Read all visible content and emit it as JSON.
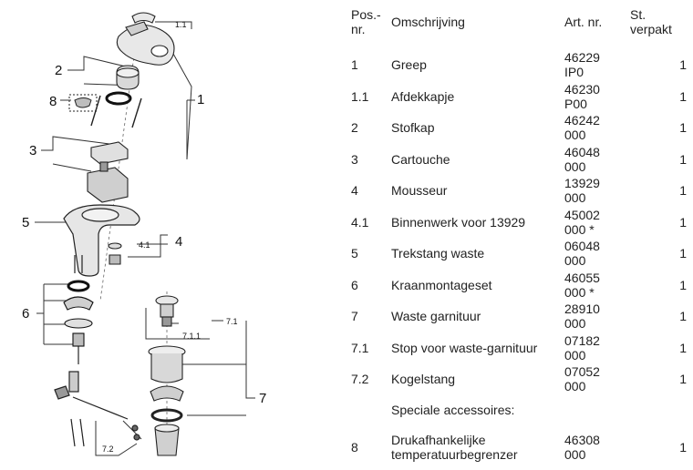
{
  "callouts": {
    "c1": "1",
    "c1_1": "1.1",
    "c2": "2",
    "c3": "3",
    "c4": "4",
    "c4_1": "4.1",
    "c5": "5",
    "c6": "6",
    "c7": "7",
    "c7_1": "7.1",
    "c7_1_1": "7.1.1",
    "c7_2": "7.2",
    "c8": "8"
  },
  "table": {
    "headers": {
      "pos_line1": "Pos.-",
      "pos_line2": "nr.",
      "desc": "Omschrijving",
      "art": "Art. nr.",
      "qty_line1": "St.",
      "qty_line2": "verpakt"
    },
    "rows": [
      {
        "pos": "1",
        "desc": "Greep",
        "art1": "46229",
        "art2": "IP0",
        "qty": "1"
      },
      {
        "pos": "1.1",
        "desc": "Afdekkapje",
        "art1": "46230",
        "art2": "P00",
        "qty": "1"
      },
      {
        "pos": "2",
        "desc": "Stofkap",
        "art1": "46242",
        "art2": "000",
        "qty": "1"
      },
      {
        "pos": "3",
        "desc": "Cartouche",
        "art1": "46048",
        "art2": "000",
        "qty": "1"
      },
      {
        "pos": "4",
        "desc": "Mousseur",
        "art1": "13929",
        "art2": "000",
        "qty": "1"
      },
      {
        "pos": "4.1",
        "desc": "Binnenwerk voor 13929",
        "art1": "45002",
        "art2": "000 *",
        "qty": "1"
      },
      {
        "pos": "5",
        "desc": "Trekstang waste",
        "art1": "06048",
        "art2": "000",
        "qty": "1"
      },
      {
        "pos": "6",
        "desc": "Kraanmontageset",
        "art1": "46055",
        "art2": "000 *",
        "qty": "1"
      },
      {
        "pos": "7",
        "desc": "Waste garnituur",
        "art1": "28910",
        "art2": "000",
        "qty": "1"
      },
      {
        "pos": "7.1",
        "desc": "Stop voor waste-garnituur",
        "art1": "07182",
        "art2": "000",
        "qty": "1"
      },
      {
        "pos": "7.2",
        "desc": "Kogelstang",
        "art1": "07052",
        "art2": "000",
        "qty": "1"
      }
    ],
    "accessories_heading": "Speciale accessoires:",
    "accessory_row": {
      "pos": "8",
      "desc1": "Drukafhankelijke",
      "desc2": "temperatuurbegrenzer",
      "art1": "46308",
      "art2": "000",
      "qty": "1"
    }
  }
}
